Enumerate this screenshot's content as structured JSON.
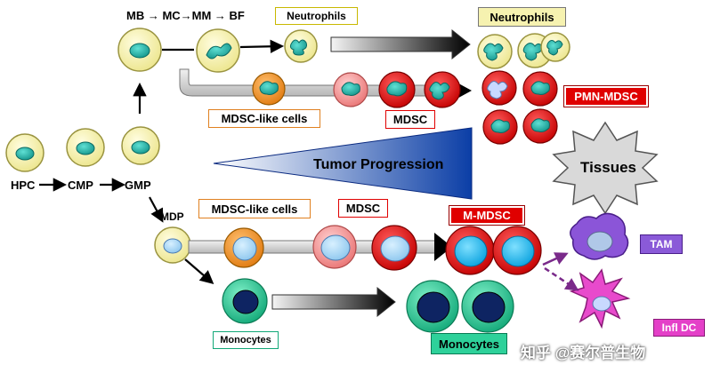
{
  "labels": {
    "hpc": "HPC",
    "cmp": "CMP",
    "gmp": "GMP",
    "mdp": "MDP",
    "top_sequence": "MB → MC→MM → BF",
    "neutrophils_top": "Neutrophils",
    "neutrophils_right": "Neutrophils",
    "mdsc_like_top": "MDSC-like cells",
    "mdsc_top": "MDSC",
    "pmn_mdsc": "PMN-MDSC",
    "tumor_progression": "Tumor Progression",
    "tissues": "Tissues",
    "mdsc_like_bottom": "MDSC-like cells",
    "mdsc_bottom": "MDSC",
    "m_mdsc": "M-MDSC",
    "tam": "TAM",
    "infl_dc": "Infl DC",
    "monocytes_left": "Monocytes",
    "monocytes_right": "Monocytes"
  },
  "watermark": "知乎 @赛尔普生物",
  "colors": {
    "progenitor_fill": "#f2ee9c",
    "nucleus_teal": "#27b3a8",
    "mdsc_red": "#e01010",
    "mdsc_pink": "#f28a8a",
    "orange_cell": "#f28c1c",
    "m_mdsc_nucleus": "#1fb8ea",
    "monocyte_green": "#26c08f",
    "monocyte_nucleus": "#0d2460",
    "tam_purple": "#8a4fd8",
    "infl_dc_magenta": "#e440c8",
    "box_red": "#e00000",
    "box_yellow": "#f6f2b0",
    "box_green": "#2ed19a"
  }
}
